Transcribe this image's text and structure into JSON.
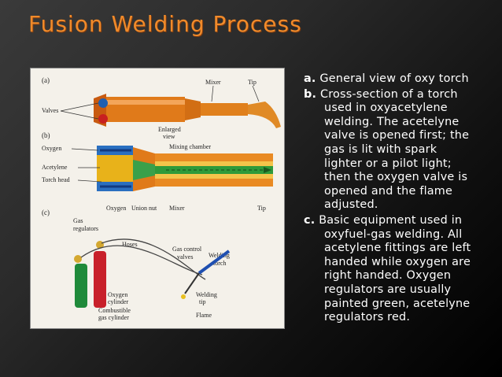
{
  "slide": {
    "title": "Fusion Welding Process"
  },
  "figure": {
    "panel_a_label": "(a)",
    "panel_b_label": "(b)",
    "panel_c_label": "(c)",
    "labels": {
      "mixer": "Mixer",
      "tip": "Tip",
      "valves": "Valves",
      "enlarged_view": "Enlarged",
      "enlarged_view_2": "view",
      "mixing_chamber": "Mixing chamber",
      "oxygen": "Oxygen",
      "acetylene": "Acetylene",
      "torch_head": "Torch head",
      "oxygen_bottom": "Oxygen",
      "union_nut": "Union  nut",
      "mixer_bottom": "Mixer",
      "tip_bottom": "Tip",
      "gas_regulators": "Gas",
      "gas_regulators_2": "regulators",
      "hoses": "Hoses",
      "gas_control": "Gas  control",
      "gas_control_2": "valves",
      "welding_torch": "Welding",
      "welding_torch_2": "torch",
      "oxygen_cylinder": "Oxygen",
      "oxygen_cylinder_2": "cylinder",
      "combustible": "Combustible",
      "combustible_2": "gas  cylinder",
      "welding_tip": "Welding",
      "welding_tip_2": "tip",
      "flame": "Flame"
    }
  },
  "bullets": [
    {
      "marker": "a.",
      "lines": [
        "General view of oxy torch"
      ]
    },
    {
      "marker": "b.",
      "lines": [
        "Cross-section of a torch",
        "used in oxyacetylene",
        "welding. The acetelyne",
        "valve is opened first; the",
        "gas is lit  with spark",
        "lighter or a pilot light;",
        "then the oxygen valve is",
        "opened and the flame",
        "adjusted."
      ]
    },
    {
      "marker": "c.",
      "lines": [
        "Basic equipment used in",
        "oxyfuel-gas welding. All",
        "acetylene fittings are left",
        "handed while oxygen are",
        "right handed. Oxygen",
        "regulators are usually",
        "painted green, acetelyne",
        "regulators red."
      ]
    }
  ]
}
